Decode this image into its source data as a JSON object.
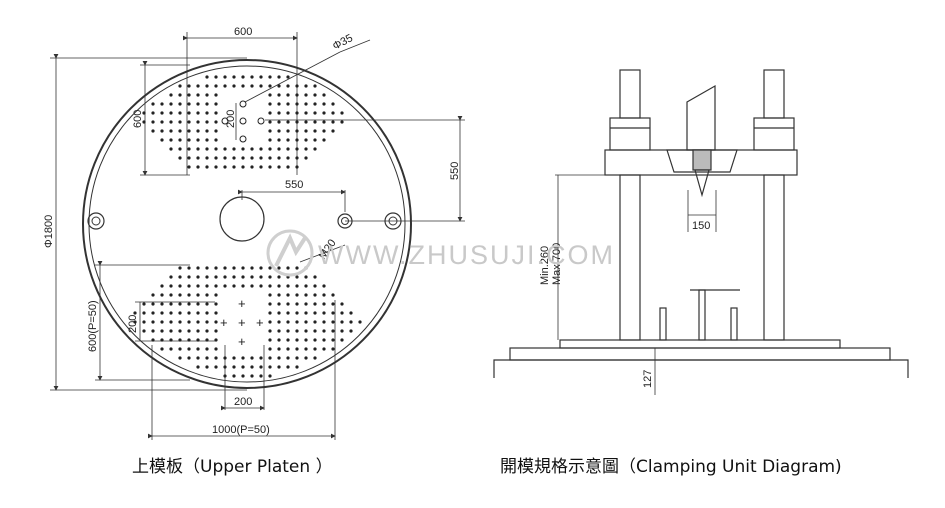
{
  "platen": {
    "dims": {
      "top_width": "600",
      "bolt_dia": "Φ35",
      "top_pattern_height": "600",
      "top_pitch": "200",
      "side_550": "550",
      "horizontal_550": "550",
      "diameter": "Φ1800",
      "ejector": "M20",
      "bottom_height": "600(P=50)",
      "bottom_pitch_v": "200",
      "bottom_pitch_h": "200",
      "bottom_width": "1000(P=50)"
    },
    "caption": "上模板（Upper Platen ）"
  },
  "clamping": {
    "dims": {
      "width_150": "150",
      "min_260": "Min.260",
      "max_700": "Max.700",
      "height_127": "127"
    },
    "caption": "開模規格示意圖（Clamping Unit Diagram)"
  },
  "watermark": {
    "text": "WWW.ZHUSUJI.COM"
  }
}
